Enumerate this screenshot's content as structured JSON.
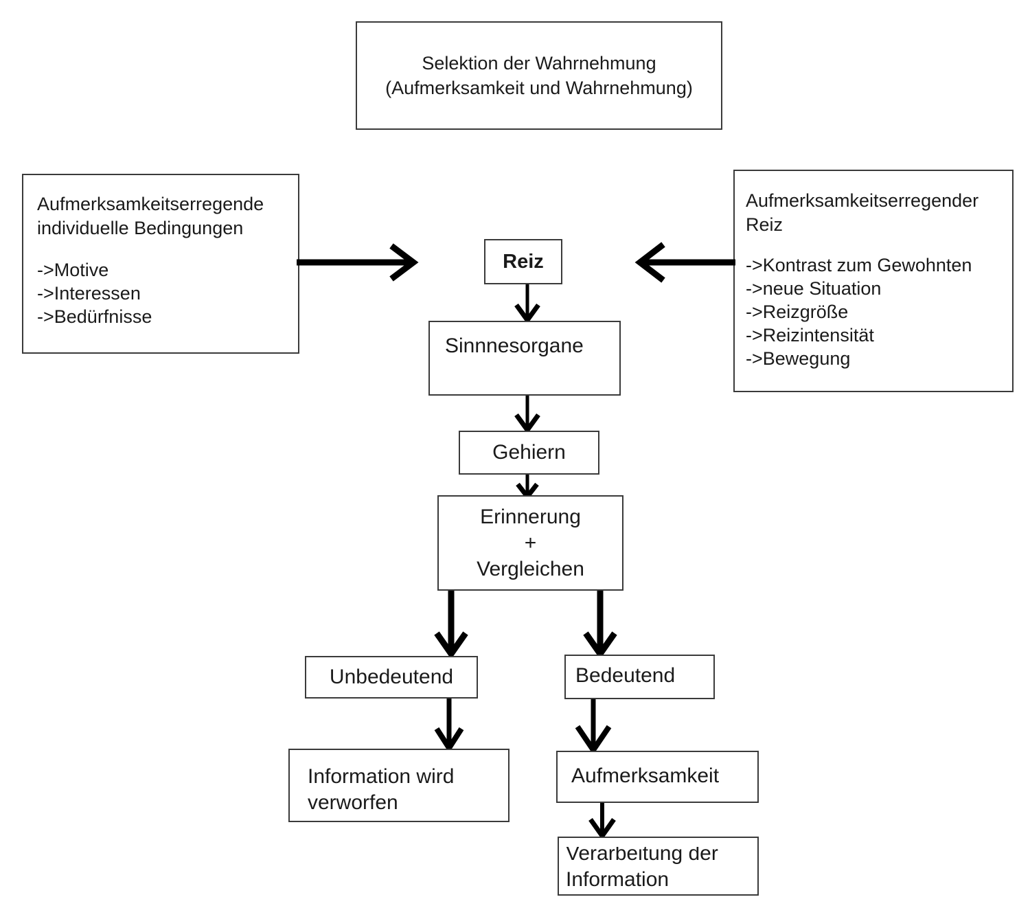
{
  "diagram": {
    "title_box": {
      "line1": "Selektion der Wahrnehmung",
      "line2": "(Aufmerksamkeit und Wahrnehmung)"
    },
    "left_box": {
      "heading_line1": "Aufmerksamkeitserregende",
      "heading_line2": "individuelle Bedingungen",
      "bullets": [
        "->Motive",
        "->Interessen",
        "->Bedürfnisse"
      ]
    },
    "right_box": {
      "heading_line1": "Aufmerksamkeitserregender",
      "heading_line2": "Reiz",
      "bullets": [
        "->Kontrast zum Gewohnten",
        "->neue Situation",
        "->Reizgröße",
        "->Reizintensität",
        "->Bewegung"
      ]
    },
    "chain": {
      "reiz": "Reiz",
      "sinnesorgane": "Sinnnesorgane",
      "gehirn": "Gehiern",
      "erinnerung_line1": "Erinnerung",
      "erinnerung_line2": "+",
      "erinnerung_line3": "Vergleichen"
    },
    "branch_left": {
      "unbedeutend": "Unbedeutend",
      "verworfen_line1": "Information wird",
      "verworfen_line2": "verworfen"
    },
    "branch_right": {
      "bedeutend": "Bedeutend",
      "aufmerksamkeit": "Aufmerksamkeit",
      "verarbeitung_line1": "Verarbeitung der",
      "verarbeitung_line2": "Information"
    },
    "colors": {
      "box_border": "#3a3a3a",
      "arrow": "#000000",
      "text": "#1a1a1a",
      "background": "#ffffff"
    }
  }
}
